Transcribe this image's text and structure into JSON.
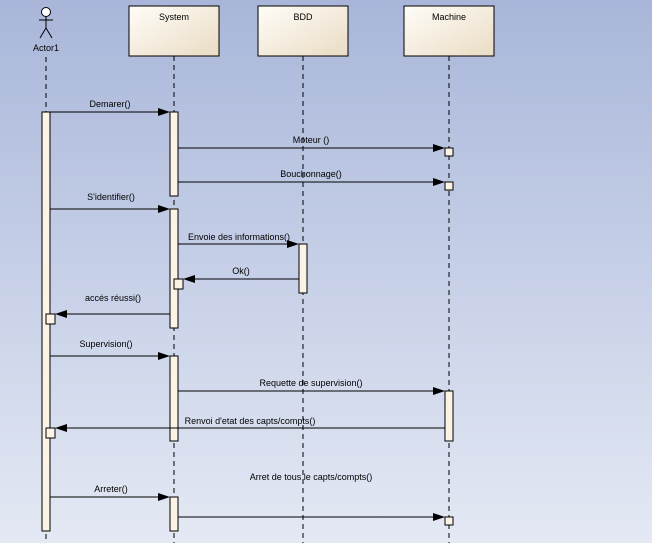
{
  "diagram": {
    "actor": {
      "name": "Actor1"
    },
    "lifelines": [
      {
        "id": "system",
        "name": "System"
      },
      {
        "id": "bdd",
        "name": "BDD"
      },
      {
        "id": "machine",
        "name": "Machine"
      }
    ],
    "messages": [
      {
        "id": "demarer",
        "label": "Demarer()"
      },
      {
        "id": "moteur",
        "label": "Moteur ()"
      },
      {
        "id": "bouchonnage",
        "label": "Bouchonnage()"
      },
      {
        "id": "sidentifier",
        "label": "S'identifier()"
      },
      {
        "id": "envoie",
        "label": "Envoie des informations()"
      },
      {
        "id": "ok",
        "label": "Ok()"
      },
      {
        "id": "acces",
        "label": "accés réussi()"
      },
      {
        "id": "supervision",
        "label": "Supervision()"
      },
      {
        "id": "requette",
        "label": "Requette de supervision()"
      },
      {
        "id": "renvoi",
        "label": "Renvoi d'etat des capts/compts()"
      },
      {
        "id": "arret",
        "label": "Arret de tous le capts/compts()"
      },
      {
        "id": "arreter",
        "label": "Arreter()"
      }
    ]
  }
}
